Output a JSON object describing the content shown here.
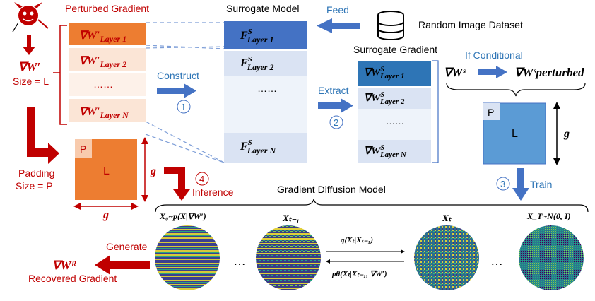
{
  "labels": {
    "perturbed_gradient": "Perturbed Gradient",
    "surrogate_model": "Surrogate Model",
    "feed": "Feed",
    "random_image_dataset": "Random Image Dataset",
    "surrogate_gradient": "Surrogate Gradient",
    "if_conditional": "If Conditional",
    "construct": "Construct",
    "extract": "Extract",
    "inference": "Inference",
    "train": "Train",
    "generate": "Generate",
    "recovered_gradient": "Recovered Gradient",
    "gradient_diffusion_model": "Gradient Diffusion Model",
    "padding": "Padding",
    "padding_size": "Size = P",
    "grad_size": "Size = L",
    "grad_symbol": "∇W′",
    "grad_s_symbol": "∇Wˢ",
    "grad_s_perturbed": "∇Wˢperturbed",
    "grad_r_symbol": "∇Wᴿ"
  },
  "steps": {
    "one": "1",
    "two": "2",
    "three": "3",
    "four": "4"
  },
  "perturbed_layers": [
    {
      "base": "∇W′",
      "sub": "Layer 1"
    },
    {
      "base": "∇W′",
      "sub": "Layer 2"
    },
    {
      "base": "……",
      "sub": ""
    },
    {
      "base": "∇W′",
      "sub": "Layer N"
    }
  ],
  "surrogate_layers": [
    {
      "base": "F",
      "sup": "S",
      "sub": "Layer 1"
    },
    {
      "base": "F",
      "sup": "S",
      "sub": "Layer 2"
    },
    {
      "base": "……",
      "sup": "",
      "sub": ""
    },
    {
      "base": "F",
      "sup": "S",
      "sub": "Layer N"
    }
  ],
  "surrogate_grad_layers": [
    {
      "base": "∇W",
      "sup": "S",
      "sub": "Layer 1"
    },
    {
      "base": "∇W",
      "sup": "S",
      "sub": "Layer 2"
    },
    {
      "base": "……",
      "sup": "",
      "sub": ""
    },
    {
      "base": "∇W",
      "sup": "S",
      "sub": "Layer N"
    }
  ],
  "matrix": {
    "corner": "P",
    "body": "L",
    "dim": "g"
  },
  "diffusion": {
    "x0": "X₀~p(X|∇W′)",
    "xt1": "Xₜ₋₁",
    "xt": "Xₜ",
    "xT": "X_T~N(0, I)",
    "forward": "q(Xₜ|Xₜ₋₁)",
    "reverse": "pθ(Xₜ|Xₜ₋₁, ∇W′)",
    "dots": "…"
  },
  "colors": {
    "red": "#c00000",
    "orange": "#ed7d31",
    "light_orange": "#fbe5d6",
    "blue": "#4472c4",
    "dark_blue": "#2e75b6",
    "light_blue": "#dae3f3",
    "mid_blue": "#5b9bd5"
  },
  "icons": [
    "devil-icon",
    "database-icon"
  ]
}
